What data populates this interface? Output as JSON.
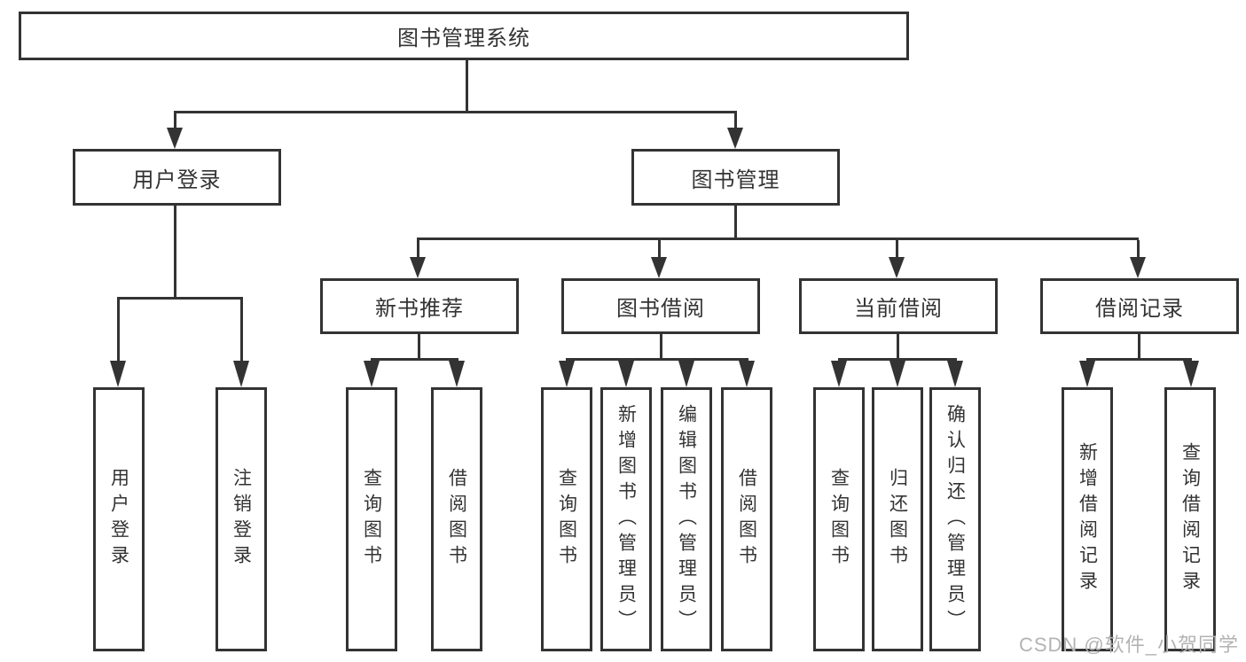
{
  "colors": {
    "line": "#333333",
    "text": "#333333",
    "watermark": "#b3b3b3",
    "bg": "#ffffff"
  },
  "diagram": {
    "root": {
      "label": "图书管理系统"
    },
    "level2": {
      "user_login": {
        "label": "用户登录"
      },
      "book_mgmt": {
        "label": "图书管理"
      }
    },
    "level3": {
      "new_books": {
        "label": "新书推荐"
      },
      "book_borrow": {
        "label": "图书借阅"
      },
      "current_borrow": {
        "label": "当前借阅"
      },
      "borrow_records": {
        "label": "借阅记录"
      }
    },
    "leaves": {
      "user_login": [
        "用户登录",
        "注销登录"
      ],
      "new_books": [
        "查询图书",
        "借阅图书"
      ],
      "book_borrow": [
        "查询图书",
        "新增图书（管理员）",
        "编辑图书（管理员）",
        "借阅图书"
      ],
      "current_borrow": [
        "查询图书",
        "归还图书",
        "确认归还（管理员）"
      ],
      "borrow_records": [
        "新增借阅记录",
        "查询借阅记录"
      ]
    }
  },
  "watermark": {
    "text": "CSDN @软件_小贺同学"
  }
}
